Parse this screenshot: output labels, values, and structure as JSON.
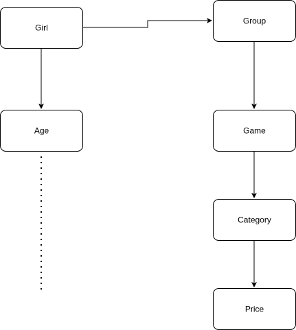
{
  "nodes": {
    "girl": "Girl",
    "age": "Age",
    "group": "Group",
    "game": "Game",
    "category": "Category",
    "price": "Price"
  },
  "edges": [
    {
      "from": "girl",
      "to": "group"
    },
    {
      "from": "girl",
      "to": "age"
    },
    {
      "from": "group",
      "to": "game"
    },
    {
      "from": "game",
      "to": "category"
    },
    {
      "from": "category",
      "to": "price"
    }
  ],
  "colors": {
    "stroke": "#000000",
    "fill": "#ffffff"
  }
}
